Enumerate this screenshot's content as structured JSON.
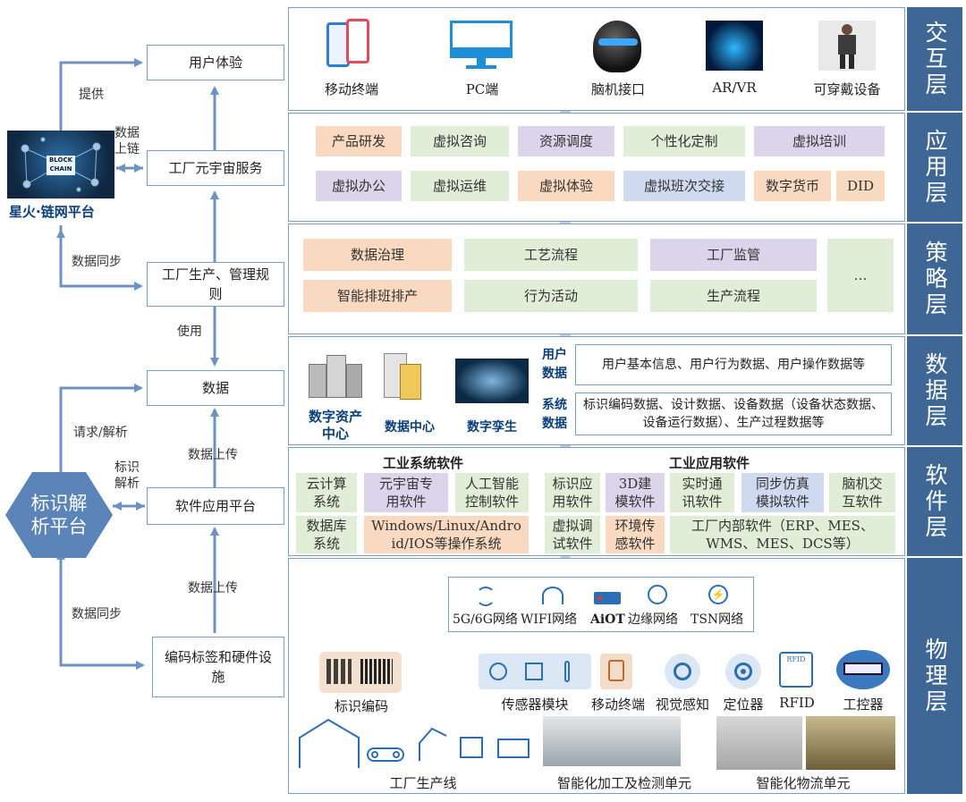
{
  "left": {
    "user_exp": "用户体验",
    "metaverse": "工厂元宇宙服务",
    "rules": "工厂生产、管理规则",
    "data": "数据",
    "platform": "软件应用平台",
    "hardware": "编码标签和硬件设施",
    "chain_platform": "星火·链网平台",
    "id_platform": "标识解析平台",
    "edge_provide": "提供",
    "edge_chain": "数据上链",
    "edge_sync1": "数据同步",
    "edge_use": "使用",
    "edge_req": "请求/解析",
    "edge_upload1": "数据上传",
    "edge_idparse": "标识解析",
    "edge_upload2": "数据上传",
    "edge_sync2": "数据同步",
    "block_text": "BLOCK CHAIN"
  },
  "layers": {
    "l1": "交互层",
    "l2": "应用层",
    "l3": "策略层",
    "l4": "数据层",
    "l5": "软件层",
    "l6": "物理层"
  },
  "interaction": [
    "移动终端",
    "PC端",
    "脑机接口",
    "AR/VR",
    "可穿戴设备"
  ],
  "app": {
    "row1": [
      "产品研发",
      "虚拟咨询",
      "资源调度",
      "个性化定制",
      "虚拟培训"
    ],
    "row2": [
      "虚拟办公",
      "虚拟运维",
      "虚拟体验",
      "虚拟班次交接",
      "数字货币",
      "DID"
    ]
  },
  "strategy": {
    "row1": [
      "数据治理",
      "工艺流程",
      "工厂监管"
    ],
    "row2": [
      "智能排班排产",
      "行为活动",
      "生产流程"
    ],
    "more": "…"
  },
  "data_layer": {
    "icons": [
      "数字资产中心",
      "数据中心",
      "数字孪生"
    ],
    "user_label": "用户数据",
    "user_text": "用户基本信息、用户行为数据、用户操作数据等",
    "sys_label": "系统数据",
    "sys_text": "标识编码数据、设计数据、设备数据（设备状态数据、设备运行数据）、生产过程数据等"
  },
  "software": {
    "sys_title": "工业系统软件",
    "app_title": "工业应用软件",
    "sys_row1": [
      "云计算系统",
      "元宇宙专用软件",
      "人工智能控制软件"
    ],
    "sys_row2": [
      "数据库系统",
      "Windows/Linux/Android/IOS等操作系统"
    ],
    "app_row1": [
      "标识应用软件",
      "3D建模软件",
      "实时通讯软件",
      "同步仿真模拟软件",
      "脑机交互软件"
    ],
    "app_row2": [
      "虚拟调试软件",
      "环境传感软件",
      "工厂内部软件（ERP、MES、WMS、MES、DCS等）"
    ]
  },
  "physical": {
    "net": [
      "5G/6G网络",
      "WIFI网络",
      "AiOT",
      "边缘网络",
      "TSN网络"
    ],
    "id_code": "标识编码",
    "sensor": "传感器模块",
    "devices": [
      "移动终端",
      "视觉感知",
      "定位器",
      "RFID",
      "工控器"
    ],
    "bottom": [
      "工厂生产线",
      "智能化加工及检测单元",
      "智能化物流单元"
    ],
    "rfid_tag": "RFID"
  }
}
